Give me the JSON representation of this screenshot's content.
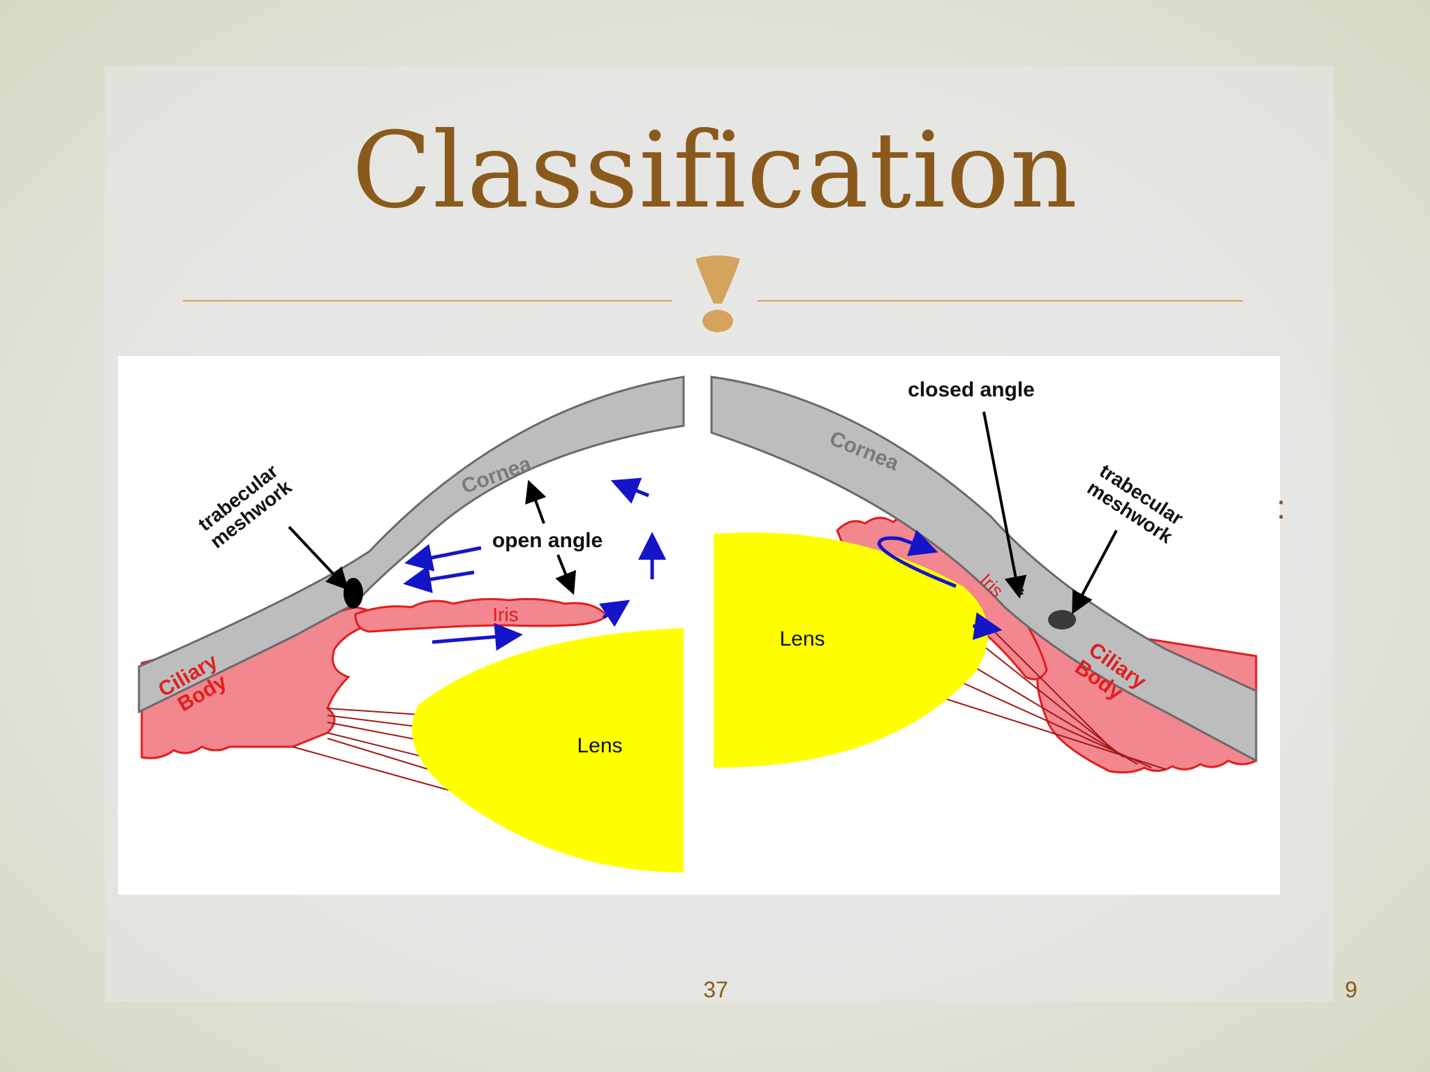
{
  "slide": {
    "title": "Classification",
    "slide_number": "37",
    "page_number": "9",
    "stray_text": ":"
  },
  "colors": {
    "title": "#8a5a1c",
    "divider": "#d6a35e",
    "cornea": "#bdbdbd",
    "iris_ciliary": "#f2878f",
    "outline_red": "#e01f1f",
    "lens": "#ffff00",
    "flow_arrow": "#1414c8"
  },
  "diagram": {
    "left_panel": {
      "cornea": "Cornea",
      "trabecular_meshwork": [
        "trabecular",
        "meshwork"
      ],
      "open_angle": "open angle",
      "iris": "Iris",
      "ciliary_body": [
        "Ciliary",
        "Body"
      ],
      "lens": "Lens"
    },
    "right_panel": {
      "cornea": "Cornea",
      "closed_angle": "closed angle",
      "trabecular_meshwork": [
        "trabecular",
        "meshwork"
      ],
      "iris": "Iris",
      "asterisk": "*",
      "ciliary_body": [
        "Ciliary",
        "Body"
      ],
      "lens": "Lens"
    }
  }
}
